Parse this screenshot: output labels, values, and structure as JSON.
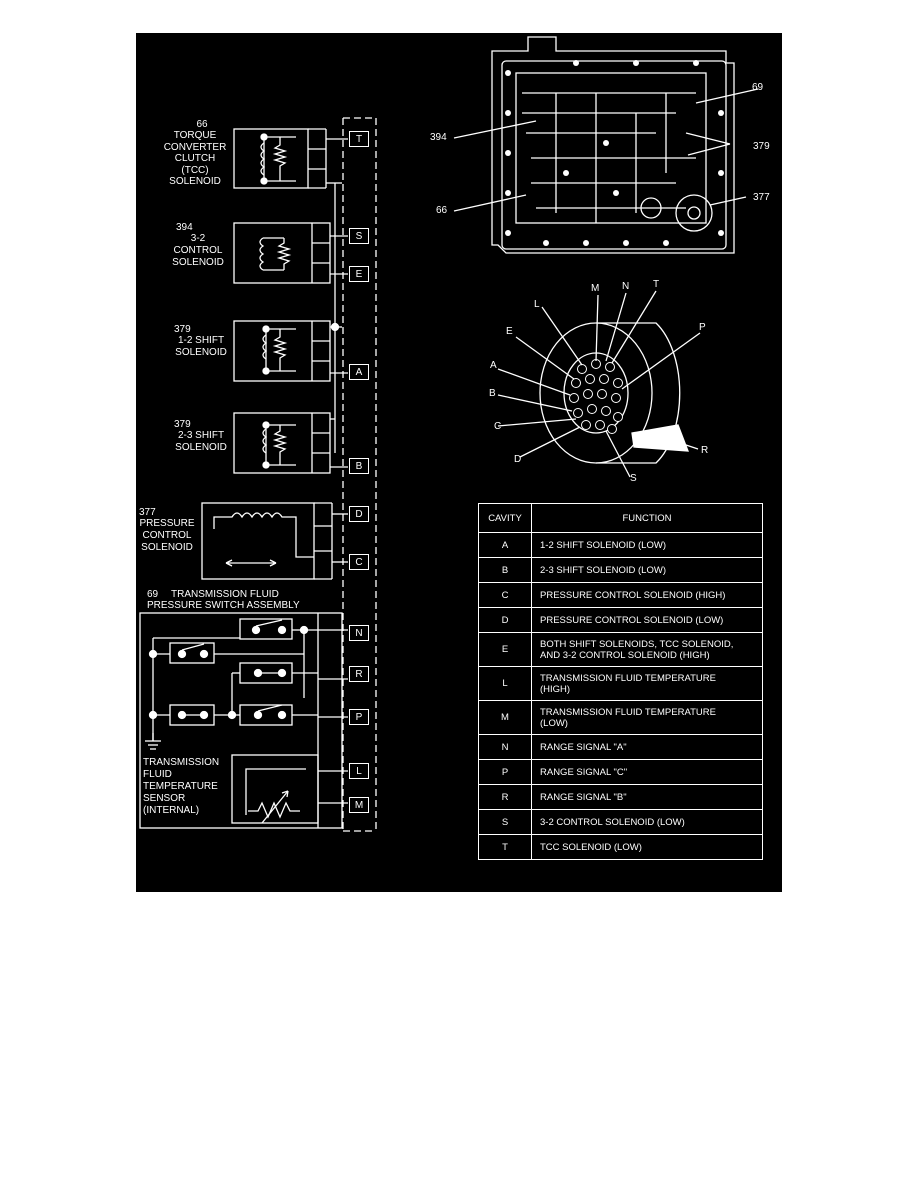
{
  "components": {
    "tcc": {
      "number": "66",
      "lines": [
        "TORQUE",
        "CONVERTER",
        "CLUTCH",
        "(TCC)",
        "SOLENOID"
      ]
    },
    "control32": {
      "number": "394",
      "lines": [
        "3-2",
        "CONTROL",
        "SOLENOID"
      ]
    },
    "shift12": {
      "number": "379",
      "lines": [
        "1-2 SHIFT",
        "SOLENOID"
      ]
    },
    "shift23": {
      "number": "379",
      "lines": [
        "2-3 SHIFT",
        "SOLENOID"
      ]
    },
    "pcs": {
      "number": "377",
      "lines": [
        "PRESSURE",
        "CONTROL",
        "SOLENOID"
      ]
    },
    "tfps": {
      "number": "69",
      "lines": [
        "TRANSMISSION FLUID",
        "PRESSURE SWITCH ASSEMBLY"
      ]
    },
    "tft": {
      "lines": [
        "TRANSMISSION",
        "FLUID",
        "TEMPERATURE",
        "SENSOR",
        "(INTERNAL)"
      ]
    }
  },
  "connector_pins": [
    "T",
    "S",
    "E",
    "A",
    "B",
    "D",
    "C",
    "N",
    "R",
    "P",
    "L",
    "M"
  ],
  "valve_body_callouts": [
    "69",
    "394",
    "379",
    "66",
    "377"
  ],
  "connector_face_labels": [
    "M",
    "N",
    "T",
    "P",
    "L",
    "E",
    "A",
    "B",
    "C",
    "D",
    "S",
    "R"
  ],
  "cavity_table": {
    "header": {
      "cavity": "CAVITY",
      "function": "FUNCTION"
    },
    "rows": [
      {
        "cavity": "A",
        "function": "1-2 SHIFT SOLENOID (LOW)"
      },
      {
        "cavity": "B",
        "function": "2-3 SHIFT SOLENOID (LOW)"
      },
      {
        "cavity": "C",
        "function": "PRESSURE CONTROL SOLENOID (HIGH)"
      },
      {
        "cavity": "D",
        "function": "PRESSURE CONTROL SOLENOID (LOW)"
      },
      {
        "cavity": "E",
        "function": "BOTH SHIFT SOLENOIDS, TCC SOLENOID,\nAND 3-2 CONTROL SOLENOID (HIGH)"
      },
      {
        "cavity": "L",
        "function": "TRANSMISSION FLUID TEMPERATURE\n(HIGH)"
      },
      {
        "cavity": "M",
        "function": "TRANSMISSION FLUID TEMPERATURE\n(LOW)"
      },
      {
        "cavity": "N",
        "function": "RANGE SIGNAL \"A\""
      },
      {
        "cavity": "P",
        "function": "RANGE SIGNAL \"C\""
      },
      {
        "cavity": "R",
        "function": "RANGE SIGNAL \"B\""
      },
      {
        "cavity": "S",
        "function": "3-2 CONTROL SOLENOID (LOW)"
      },
      {
        "cavity": "T",
        "function": "TCC SOLENOID (LOW)"
      }
    ]
  },
  "colors": {
    "background": "#000000",
    "line": "#ffffff",
    "page": "#ffffff"
  }
}
